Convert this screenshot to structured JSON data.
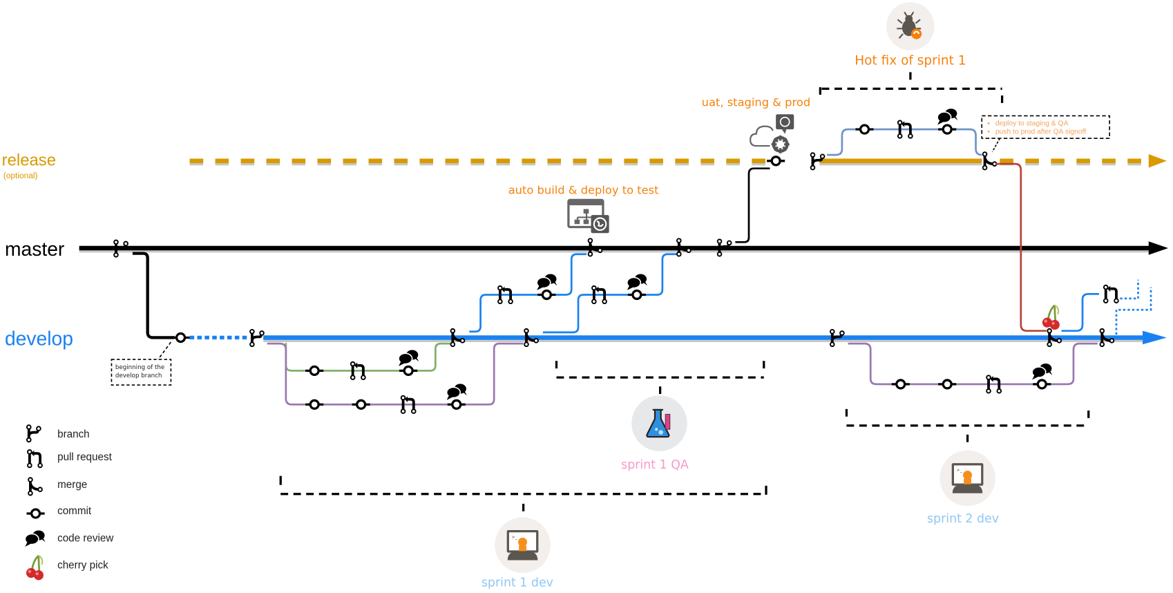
{
  "colors": {
    "release": "#d99a00",
    "master": "#000000",
    "develop": "#1a82f0",
    "feature_green": "#7fb069",
    "feature_purple": "#9a78b0",
    "hotfix": "#6e94c8",
    "cherry_line": "#b5443a",
    "annotation_orange": "#f5820d",
    "sprint_dev_label": "#90c8f5",
    "sprint_qa_label": "#f59ac8"
  },
  "lanes": {
    "release": {
      "label": "release",
      "sublabel": "(optional)"
    },
    "master": {
      "label": "master"
    },
    "develop": {
      "label": "develop"
    }
  },
  "annotations": {
    "hotfix_title": "Hot fix of sprint 1",
    "uat_label": "uat, staging & prod",
    "auto_build_label": "auto build & deploy to test",
    "develop_note": [
      "beginning of the",
      "develop branch"
    ],
    "release_note": [
      "deploy to staging & QA",
      "push to prod after QA signoff"
    ]
  },
  "phases": {
    "sprint1_dev": "sprint 1 dev",
    "sprint1_qa": "sprint 1 QA",
    "sprint2_dev": "sprint 2 dev"
  },
  "legend": [
    {
      "icon": "branch-icon",
      "label": "branch"
    },
    {
      "icon": "pull-request-icon",
      "label": "pull request"
    },
    {
      "icon": "merge-icon",
      "label": "merge"
    },
    {
      "icon": "commit-icon",
      "label": "commit"
    },
    {
      "icon": "code-review-icon",
      "label": "code review"
    },
    {
      "icon": "cherry-pick-icon",
      "label": "cherry pick"
    }
  ]
}
